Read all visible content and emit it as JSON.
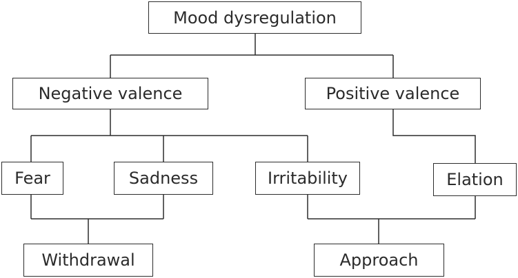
{
  "diagram": {
    "nodes": {
      "mood": "Mood dysregulation",
      "negative": "Negative valence",
      "positive": "Positive valence",
      "fear": "Fear",
      "sadness": "Sadness",
      "irritability": "Irritability",
      "elation": "Elation",
      "withdrawal": "Withdrawal",
      "approach": "Approach"
    },
    "edges": [
      {
        "from": "Mood dysregulation",
        "to": "Negative valence"
      },
      {
        "from": "Mood dysregulation",
        "to": "Positive valence"
      },
      {
        "from": "Negative valence",
        "to": "Fear"
      },
      {
        "from": "Negative valence",
        "to": "Sadness"
      },
      {
        "from": "Negative valence",
        "to": "Irritability"
      },
      {
        "from": "Positive valence",
        "to": "Elation"
      },
      {
        "from": "Fear",
        "to": "Withdrawal"
      },
      {
        "from": "Sadness",
        "to": "Withdrawal"
      },
      {
        "from": "Irritability",
        "to": "Approach"
      },
      {
        "from": "Elation",
        "to": "Approach"
      }
    ],
    "colors": {
      "line": "#2b2b2b",
      "box_border": "#2b2b2b",
      "text": "#2b2b2b",
      "background": "#ffffff"
    }
  }
}
